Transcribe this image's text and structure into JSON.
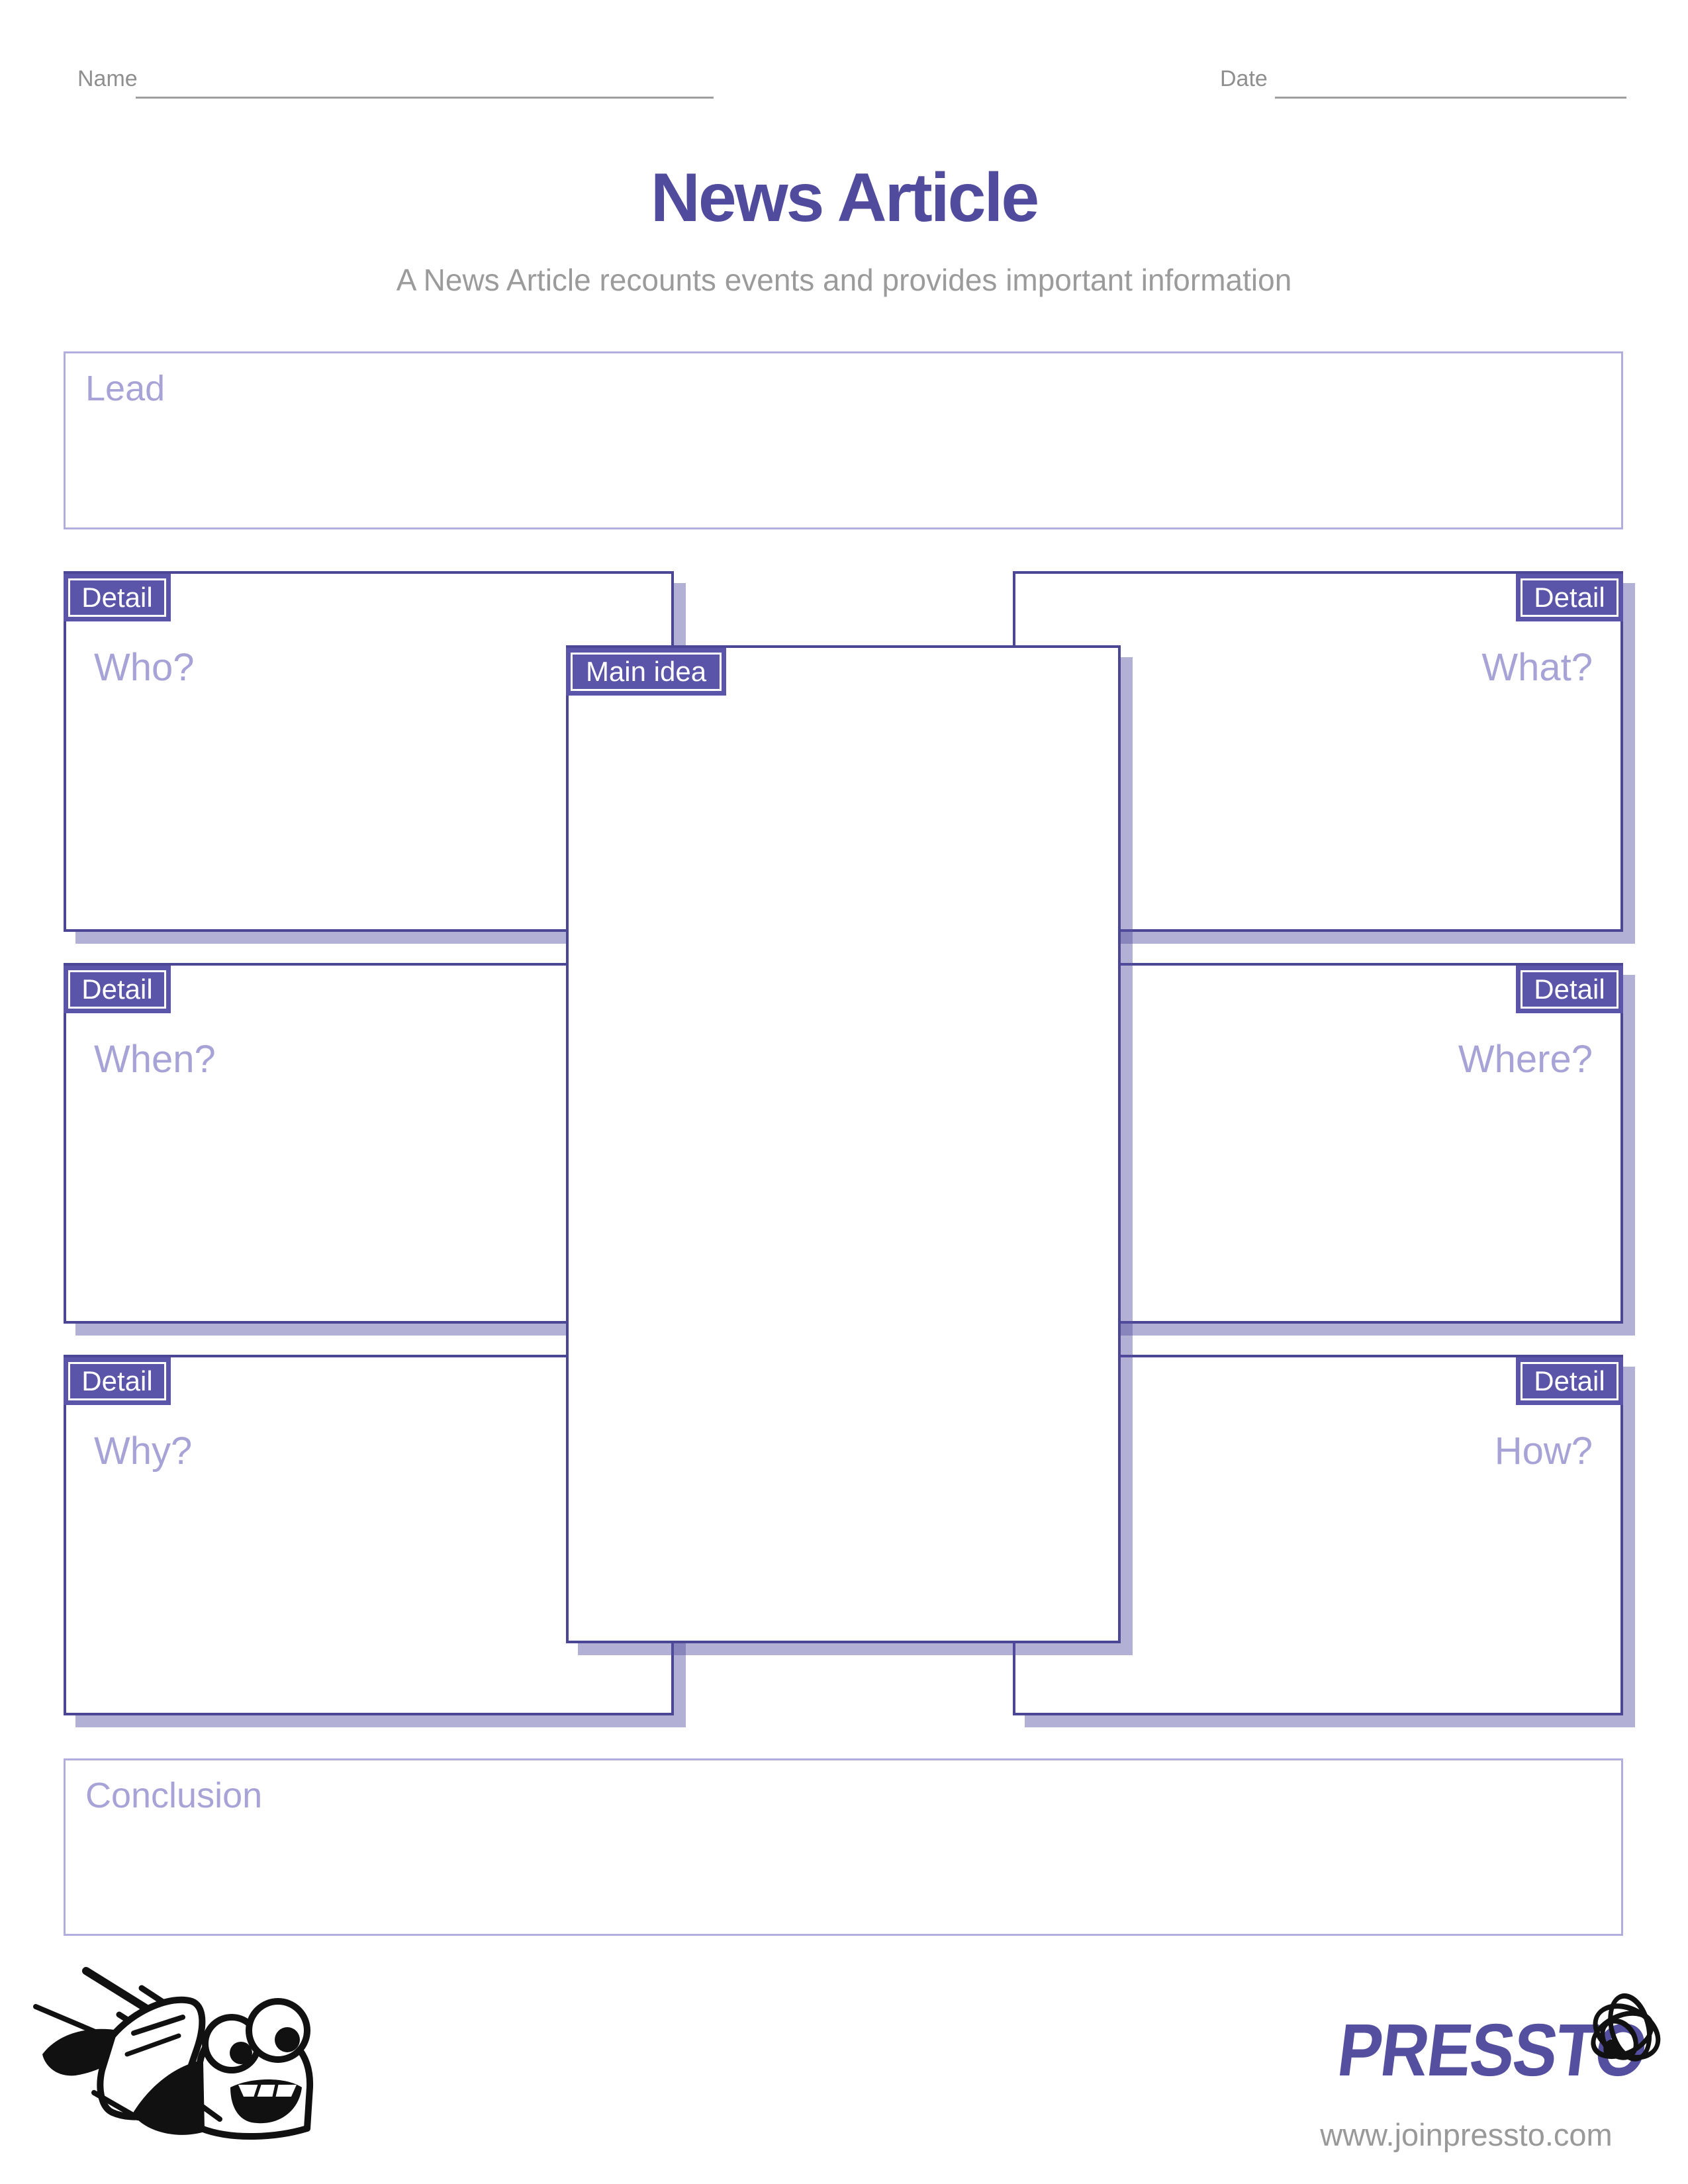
{
  "header": {
    "name_label": "Name",
    "date_label": "Date",
    "title": "News Article",
    "subtitle": "A News Article recounts events and provides important information"
  },
  "lead": {
    "label": "Lead"
  },
  "main_idea": {
    "tag": "Main idea"
  },
  "details": [
    {
      "tag": "Detail",
      "placeholder": "Who?"
    },
    {
      "tag": "Detail",
      "placeholder": "What?"
    },
    {
      "tag": "Detail",
      "placeholder": "When?"
    },
    {
      "tag": "Detail",
      "placeholder": "Where?"
    },
    {
      "tag": "Detail",
      "placeholder": "Why?"
    },
    {
      "tag": "Detail",
      "placeholder": "How?"
    }
  ],
  "conclusion": {
    "label": "Conclusion"
  },
  "footer": {
    "brand_prefix": "PRESST",
    "brand_o": "O",
    "url": "www.joinpressto.com"
  },
  "icons": {
    "mascot": "flying-newspaper-mascot",
    "scribble": "hand-drawn-scribble-over-o"
  },
  "colors": {
    "accent": "#544f9e",
    "accent_border": "#4c4795",
    "tag_fill": "#5a55a8",
    "shadow": "rgba(85,80,160,0.45)",
    "placeholder_text": "#a7a3d6",
    "light_border": "#b1addc",
    "gray_text": "#9b9b9b"
  }
}
